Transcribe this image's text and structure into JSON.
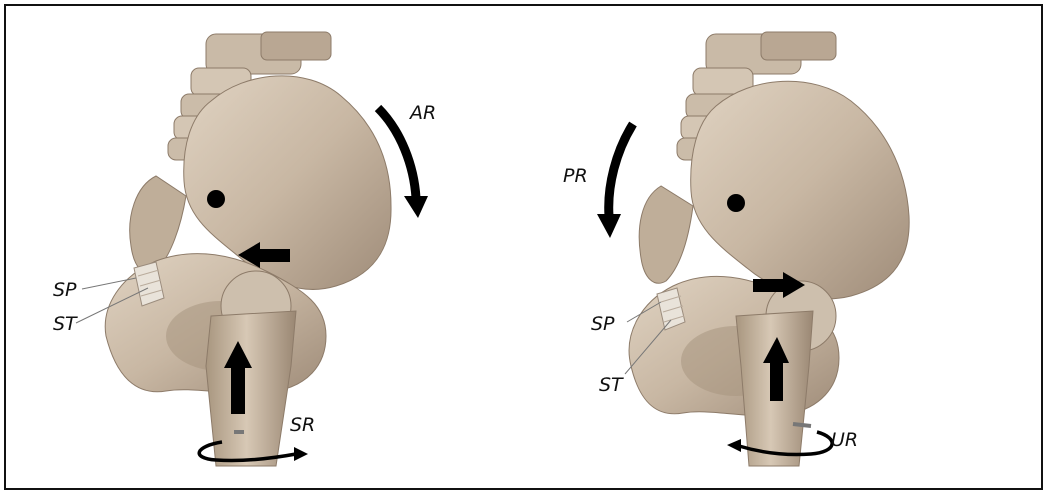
{
  "figure": {
    "left_panel": {
      "labels": {
        "rotation": "AR",
        "tibia_rotation": "SR",
        "upper": "SP",
        "lower": "ST"
      }
    },
    "right_panel": {
      "labels": {
        "rotation": "PR",
        "tibia_rotation": "UR",
        "upper": "SP",
        "lower": "ST"
      }
    }
  },
  "colors": {
    "bone": "#c8b7a3",
    "bone_shade": "#a89582",
    "bone_light": "#e2d6c6",
    "arrow": "#000000",
    "border": "#111111"
  }
}
